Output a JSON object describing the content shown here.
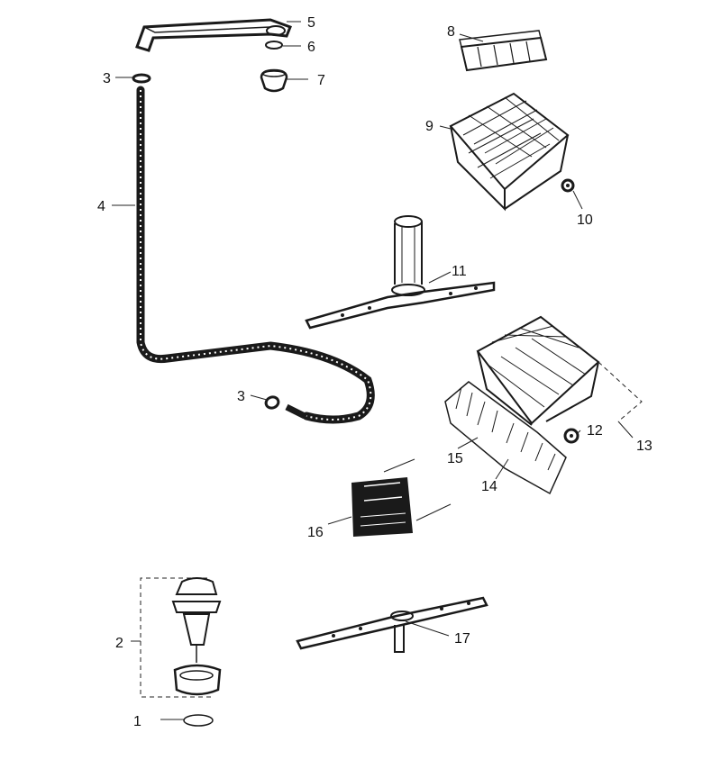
{
  "colors": {
    "ink": "#1a1a1a",
    "paper": "#ffffff",
    "shade": "#555555"
  },
  "callouts": {
    "c1": "1",
    "c2": "2",
    "c3a": "3",
    "c3b": "3",
    "c4": "4",
    "c5": "5",
    "c6": "6",
    "c7": "7",
    "c8": "8",
    "c9": "9",
    "c10": "10",
    "c11": "11",
    "c12": "12",
    "c13": "13",
    "c14": "14",
    "c15": "15",
    "c16": "16",
    "c17": "17"
  }
}
